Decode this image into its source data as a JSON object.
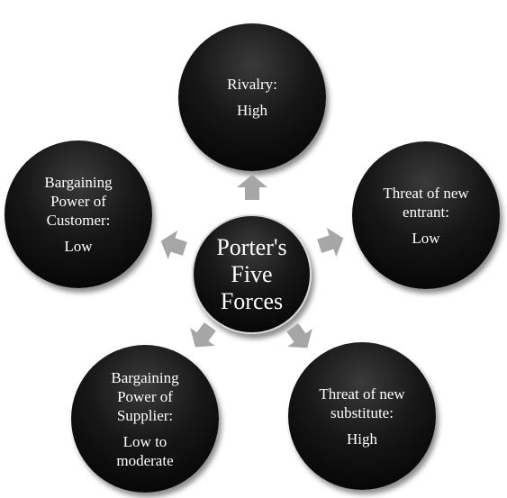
{
  "center": {
    "lines": [
      "Porter's",
      "Five",
      "Forces"
    ]
  },
  "forces": {
    "rivalry": {
      "lines": [
        "Rivalry:"
      ],
      "level": [
        "High"
      ]
    },
    "new_entrant": {
      "lines": [
        "Threat of new",
        "entrant:"
      ],
      "level": [
        "Low"
      ]
    },
    "substitute": {
      "lines": [
        "Threat of new",
        "substitute:"
      ],
      "level": [
        "High"
      ]
    },
    "supplier": {
      "lines": [
        "Bargaining",
        "Power of",
        "Supplier:"
      ],
      "level": [
        "Low to",
        "moderate"
      ]
    },
    "customer": {
      "lines": [
        "Bargaining",
        "Power of",
        "Customer:"
      ],
      "level": [
        "Low"
      ]
    }
  },
  "colors": {
    "node_fill": "#000000",
    "node_text": "#ffffff",
    "arrow_fill": "#a6a6a6",
    "center_border": "#d8d8d8"
  },
  "icons": {
    "connector": "arrow-icon"
  }
}
